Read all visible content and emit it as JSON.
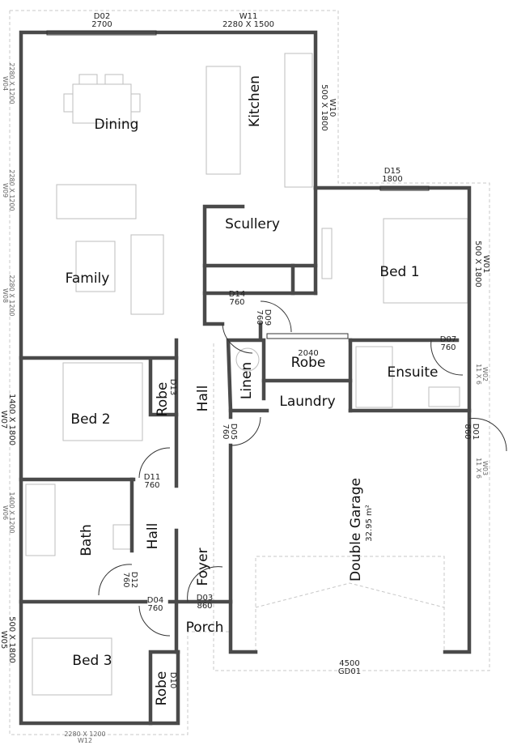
{
  "rooms": {
    "dining": "Dining",
    "kitchen": "Kitchen",
    "family": "Family",
    "scullery": "Scullery",
    "bed1": "Bed 1",
    "ensuite": "Ensuite",
    "robe_master": "Robe",
    "linen": "Linen",
    "laundry": "Laundry",
    "hall_upper": "Hall",
    "hall_lower": "Hall",
    "bed2": "Bed 2",
    "robe_bed2": "Robe",
    "bath": "Bath",
    "foyer": "Foyer",
    "porch": "Porch",
    "bed3": "Bed 3",
    "robe_bed3": "Robe",
    "garage": "Double Garage",
    "garage_area": "32.95 m²"
  },
  "doors": {
    "D02": {
      "code": "D02",
      "size": "2700"
    },
    "D15": {
      "code": "D15",
      "size": "1800"
    },
    "D14": {
      "code": "D14",
      "size": "760"
    },
    "D09": {
      "code": "D09",
      "size": "760"
    },
    "D07": {
      "code": "D07",
      "size": "760"
    },
    "D01": {
      "code": "D01",
      "size": "860"
    },
    "D05": {
      "code": "D05",
      "size": "760"
    },
    "D11": {
      "code": "D11",
      "size": "760"
    },
    "D12": {
      "code": "D12",
      "size": "760"
    },
    "D04": {
      "code": "D04",
      "size": "760"
    },
    "D03": {
      "code": "D03",
      "size": "860"
    },
    "D13": {
      "code": "D13"
    },
    "D10": {
      "code": "D10"
    },
    "robe_slider": {
      "size": "2040"
    },
    "GD01": {
      "code": "GD01",
      "size": "4500"
    }
  },
  "windows": {
    "W11": {
      "code": "W11",
      "size": "2280 X 1500"
    },
    "W10": {
      "code": "W10",
      "size": "500 X 1800"
    },
    "W01": {
      "code": "W01",
      "size": "500 X 1800"
    },
    "W02": {
      "code": "W02",
      "size": "11 X 6"
    },
    "W03": {
      "code": "W03",
      "size": "11 X 6"
    },
    "W04": {
      "code": "W04",
      "size": "2280 X 1200"
    },
    "W09": {
      "code": "W09",
      "size": "2280 X 1200"
    },
    "W08": {
      "code": "W08",
      "size": "2280 X 1200"
    },
    "W07": {
      "code": "W07",
      "size": "1400 X 1800"
    },
    "W06": {
      "code": "W06",
      "size": "1400 X 1200"
    },
    "W05": {
      "code": "W05",
      "size": "500 X 1800"
    },
    "W12": {
      "code": "W12",
      "size": "2280 X 1200"
    }
  }
}
